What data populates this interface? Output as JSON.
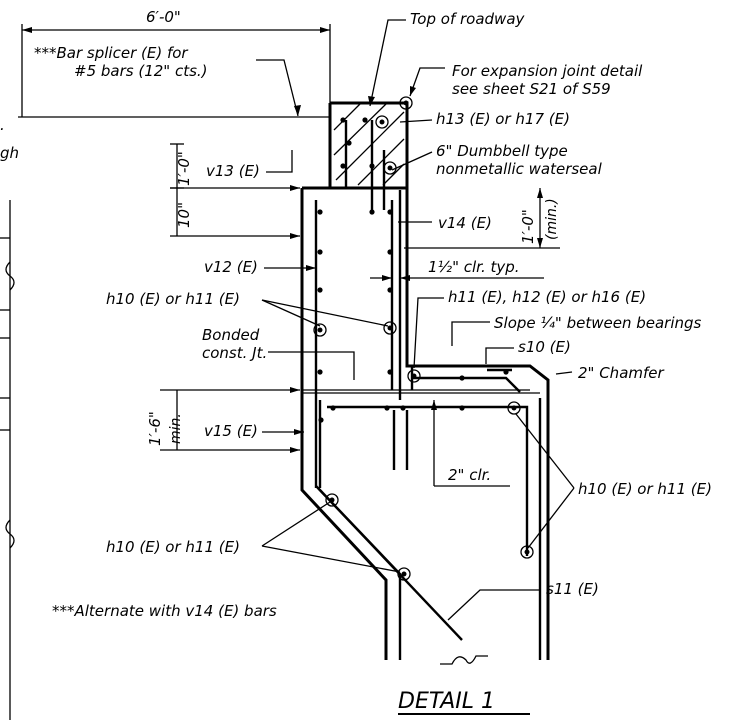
{
  "detail": {
    "title": "DETAIL 1"
  },
  "notes": {
    "dim_top": "6′-0\"",
    "bar_splicer_1": "***Bar splicer (E) for",
    "bar_splicer_2": "#5 bars (12\" cts.)",
    "top_of_roadway": "Top of roadway",
    "expansion_1": "For expansion joint detail",
    "expansion_2": "see sheet S21 of S59",
    "h13": "h13 (E) or h17 (E)",
    "waterseal_1": "6\" Dumbbell type",
    "waterseal_2": "nonmetallic waterseal",
    "v13": "v13 (E)",
    "dim_1_0": "1′-0\"",
    "dim_10": "10\"",
    "v14": "v14 (E)",
    "dim_1_0_min": "1′-0\"",
    "min_1": "(min.)",
    "v12": "v12 (E)",
    "clr_typ": "1½\" clr. typ.",
    "h10_or_h11_a": "h10 (E) or h11 (E)",
    "h11_h12_h16": "h11 (E), h12 (E) or h16 (E)",
    "slope": "Slope ¼\" between bearings",
    "bonded_1": "Bonded",
    "bonded_2": "const. Jt.",
    "s10": "s10 (E)",
    "chamfer": "2\" Chamfer",
    "dim_1_6": "1′-6\"",
    "min_2": "min.",
    "v15": "v15 (E)",
    "clr_2": "2\" clr.",
    "h10_or_h11_b": "h10 (E) or h11 (E)",
    "h10_or_h11_c": "h10 (E) or h11 (E)",
    "s11": "s11 (E)",
    "alternate": "***Alternate with v14 (E) bars",
    "cut_left_1": ".",
    "cut_left_2": "gh"
  }
}
